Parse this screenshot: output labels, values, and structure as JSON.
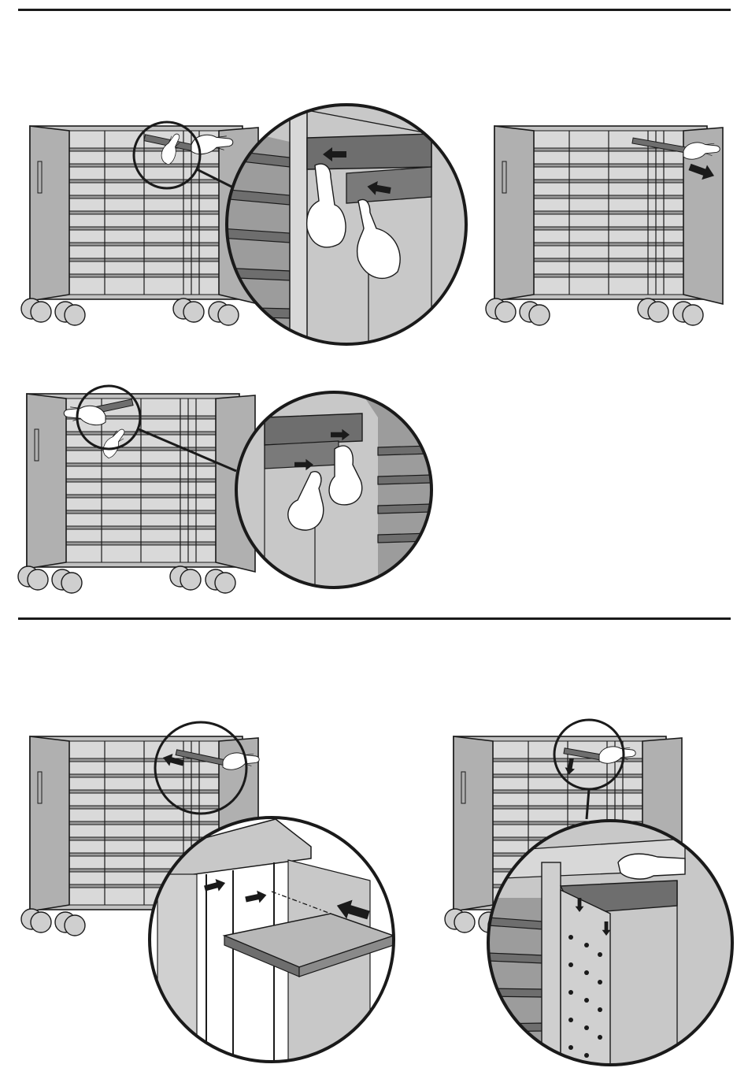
{
  "colors": {
    "line": "#1a1a1a",
    "panel": "#b3b3b3",
    "panel_light": "#cfcfcf",
    "shelf_dark": "#6e6e6e",
    "background": "#ffffff"
  },
  "sections": [
    {
      "name": "remove-shelf",
      "illustrations": [
        "cabinet-unhook-shelf",
        "detail-press-clips",
        "cabinet-pull-shelf-out",
        "cabinet-unhook-other-side",
        "detail-press-clips-other-side"
      ]
    },
    {
      "name": "install-shelf",
      "illustrations": [
        "cabinet-insert-shelf",
        "detail-slide-shelf-in",
        "cabinet-snap-shelf",
        "detail-snap-clips"
      ]
    }
  ]
}
